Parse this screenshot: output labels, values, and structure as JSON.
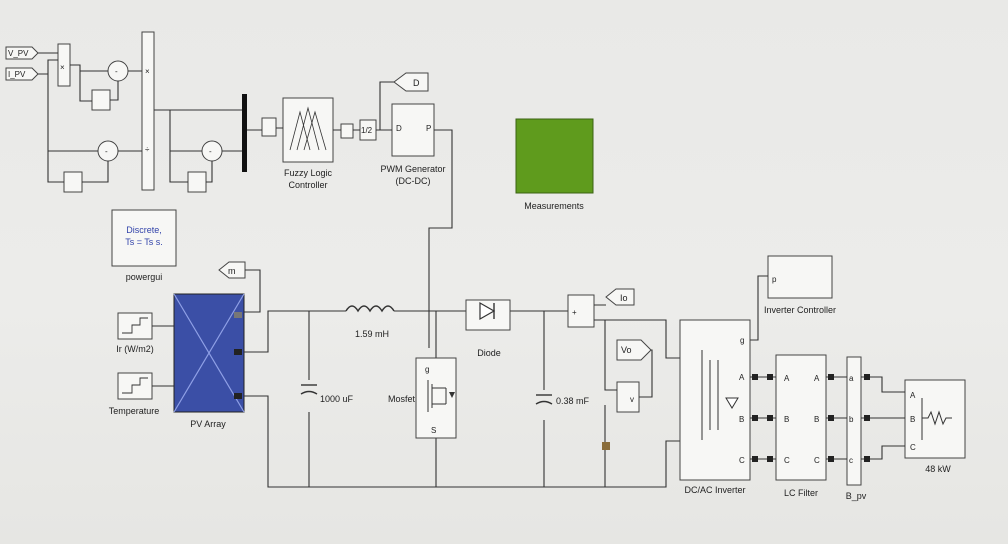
{
  "inputs": {
    "vpv": "V_PV",
    "ipv": "I_PV"
  },
  "blocks": {
    "fuzzy": "Fuzzy Logic\nController",
    "pwm": "PWM Generator\n(DC-DC)",
    "pwm_in": "D",
    "pwm_out": "P",
    "goto_d": "D",
    "measurements": "Measurements",
    "powergui_text": "Discrete,\nTs = Ts s.",
    "powergui_label": "powergui",
    "goto_m": "m",
    "irr": "Ir (W/m2)",
    "temp": "Temperature",
    "pv_array": "PV Array",
    "inductor": "1.59 mH",
    "cap1": "1000 uF",
    "mosfet": "Mosfet",
    "mosfet_g": "g",
    "mosfet_s": "S",
    "diode": "Diode",
    "cap2": "0.38 mF",
    "goto_io": "Io",
    "goto_vo": "Vo",
    "volt_meas": "v",
    "inverter_controller": "Inverter Controller",
    "inv_ctrl_port": "p",
    "inverter": "DC/AC Inverter",
    "inverter_g": "g",
    "lc_filter": "LC Filter",
    "bpv": "B_pv",
    "load": "48 kW"
  },
  "ports": {
    "a": "A",
    "b": "B",
    "c": "C",
    "a_low": "a",
    "b_low": "b",
    "c_low": "c"
  },
  "colors": {
    "measurements": "#5f9b1d",
    "pv_array": "#3b4fa6",
    "wire": "#333333"
  }
}
